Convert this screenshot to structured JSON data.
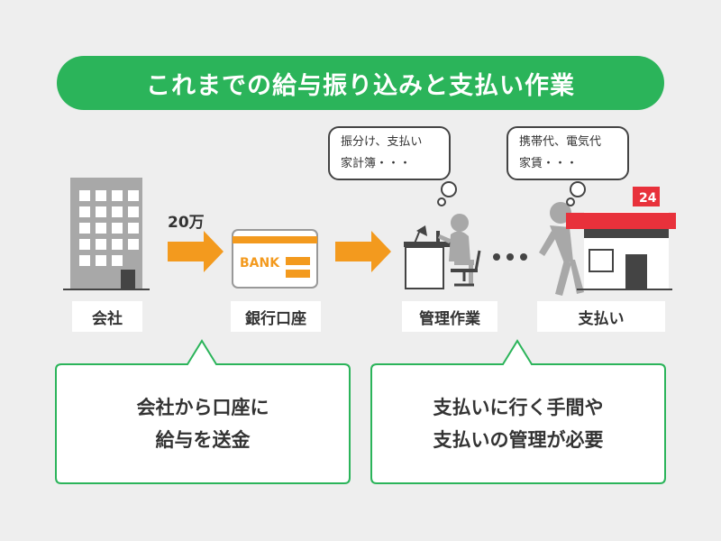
{
  "title": "これまでの給与振り込みと支払い作業",
  "amount": "20万",
  "bank_card_text": "BANK",
  "store_sign": "24",
  "thought_left": {
    "line1": "振分け、支払い",
    "line2": "家計簿・・・"
  },
  "thought_right": {
    "line1": "携帯代、電気代",
    "line2": "家賃・・・"
  },
  "stages": [
    {
      "label": "会社"
    },
    {
      "label": "銀行口座"
    },
    {
      "label": "管理作業"
    },
    {
      "label": "支払い"
    }
  ],
  "callouts": [
    {
      "line1": "会社から口座に",
      "line2": "給与を送金"
    },
    {
      "line1": "支払いに行く手間や",
      "line2": "支払いの管理が必要"
    }
  ],
  "colors": {
    "green": "#2bb45a",
    "orange": "#f39a1e",
    "red": "#e8313b",
    "gray": "#a8a8a8",
    "dark": "#444444"
  }
}
